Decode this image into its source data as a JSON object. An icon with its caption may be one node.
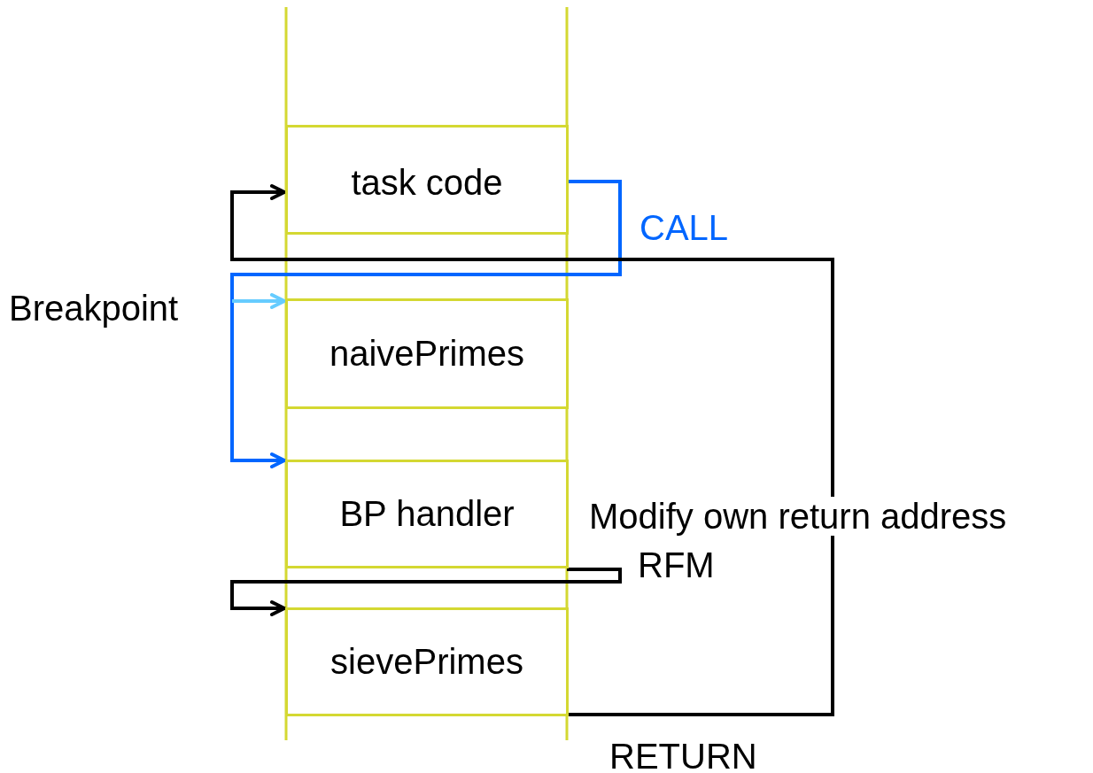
{
  "diagram": {
    "nodes": [
      {
        "text": [
          "task code"
        ]
      },
      {
        "text": [
          "naivePrimes"
        ]
      },
      {
        "text": [
          "BP handler"
        ]
      },
      {
        "text": [
          "sievePrimes"
        ]
      },
      {
        "text": [
          "Breakpoint"
        ]
      }
    ],
    "edges": [
      {
        "from": 0,
        "to": 2,
        "arrow": "to",
        "label": "CALL",
        "color": "#0066ff"
      },
      {
        "from": 4,
        "to": 1,
        "arrow": "to",
        "color": "#66ccff"
      },
      {
        "from": 2,
        "to": 3,
        "arrow": "to",
        "label": "RFM"
      },
      {
        "from": 3,
        "to": 0,
        "arrow": "to",
        "label": "RETURN"
      }
    ],
    "labels": [
      "Modify own return address"
    ]
  }
}
